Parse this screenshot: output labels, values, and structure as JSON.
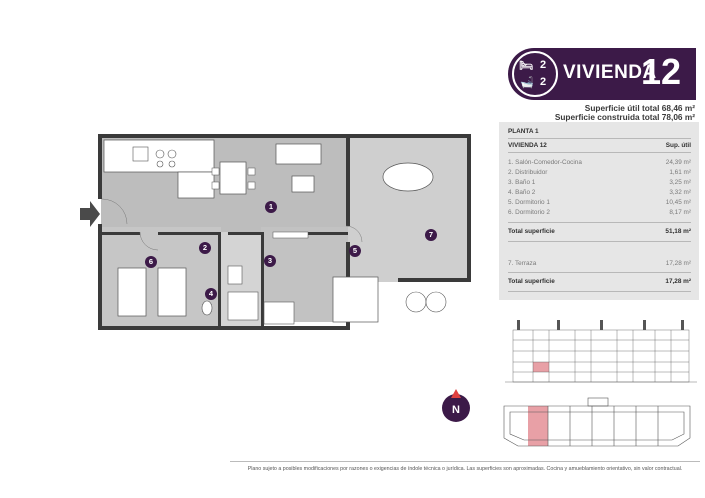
{
  "header": {
    "bedrooms_count": "2",
    "bathrooms_count": "2",
    "unit_word": "VIVIENDA",
    "unit_number": "12",
    "surface_useful": "Superficie útil total 68,46 m²",
    "surface_built": "Superficie construida total 78,06 m²"
  },
  "table": {
    "floor": "PLANTA 1",
    "unit": "VIVIENDA 12",
    "col_header": "Sup. útil",
    "rows": [
      {
        "label": "1. Salón-Comedor-Cocina",
        "value": "24,39 m²"
      },
      {
        "label": "2. Distribuidor",
        "value": "1,61 m²"
      },
      {
        "label": "3. Baño 1",
        "value": "3,25 m²"
      },
      {
        "label": "4. Baño 2",
        "value": "3,32 m²"
      },
      {
        "label": "5. Dormitorio 1",
        "value": "10,45 m²"
      },
      {
        "label": "6. Dormitorio 2",
        "value": "8,17 m²"
      }
    ],
    "subtotal_label": "Total superficie",
    "subtotal_value": "51,18 m²",
    "terrace_label": "7. Terraza",
    "terrace_value": "17,28 m²",
    "total_label": "Total superficie",
    "total_value": "17,28 m²"
  },
  "plan": {
    "markers": [
      "1",
      "2",
      "3",
      "4",
      "5",
      "6",
      "7"
    ]
  },
  "compass": {
    "label": "N"
  },
  "footer": {
    "disclaimer": "Plano sujeto a posibles modificaciones por razones o exigencias de índole técnica o jurídica. Las superficies son aproximadas. Cocina y amueblamiento orientativo, sin valor contractual."
  },
  "colors": {
    "brand": "#3c1a48",
    "highlight": "#e8a0a6",
    "floor_gray": "#bdbdbd",
    "terrace_gray": "#cfcfcf",
    "table_bg": "#e6e6e6"
  },
  "icons": [
    "bed-icon",
    "bath-icon",
    "entry-arrow-icon",
    "compass-icon"
  ]
}
